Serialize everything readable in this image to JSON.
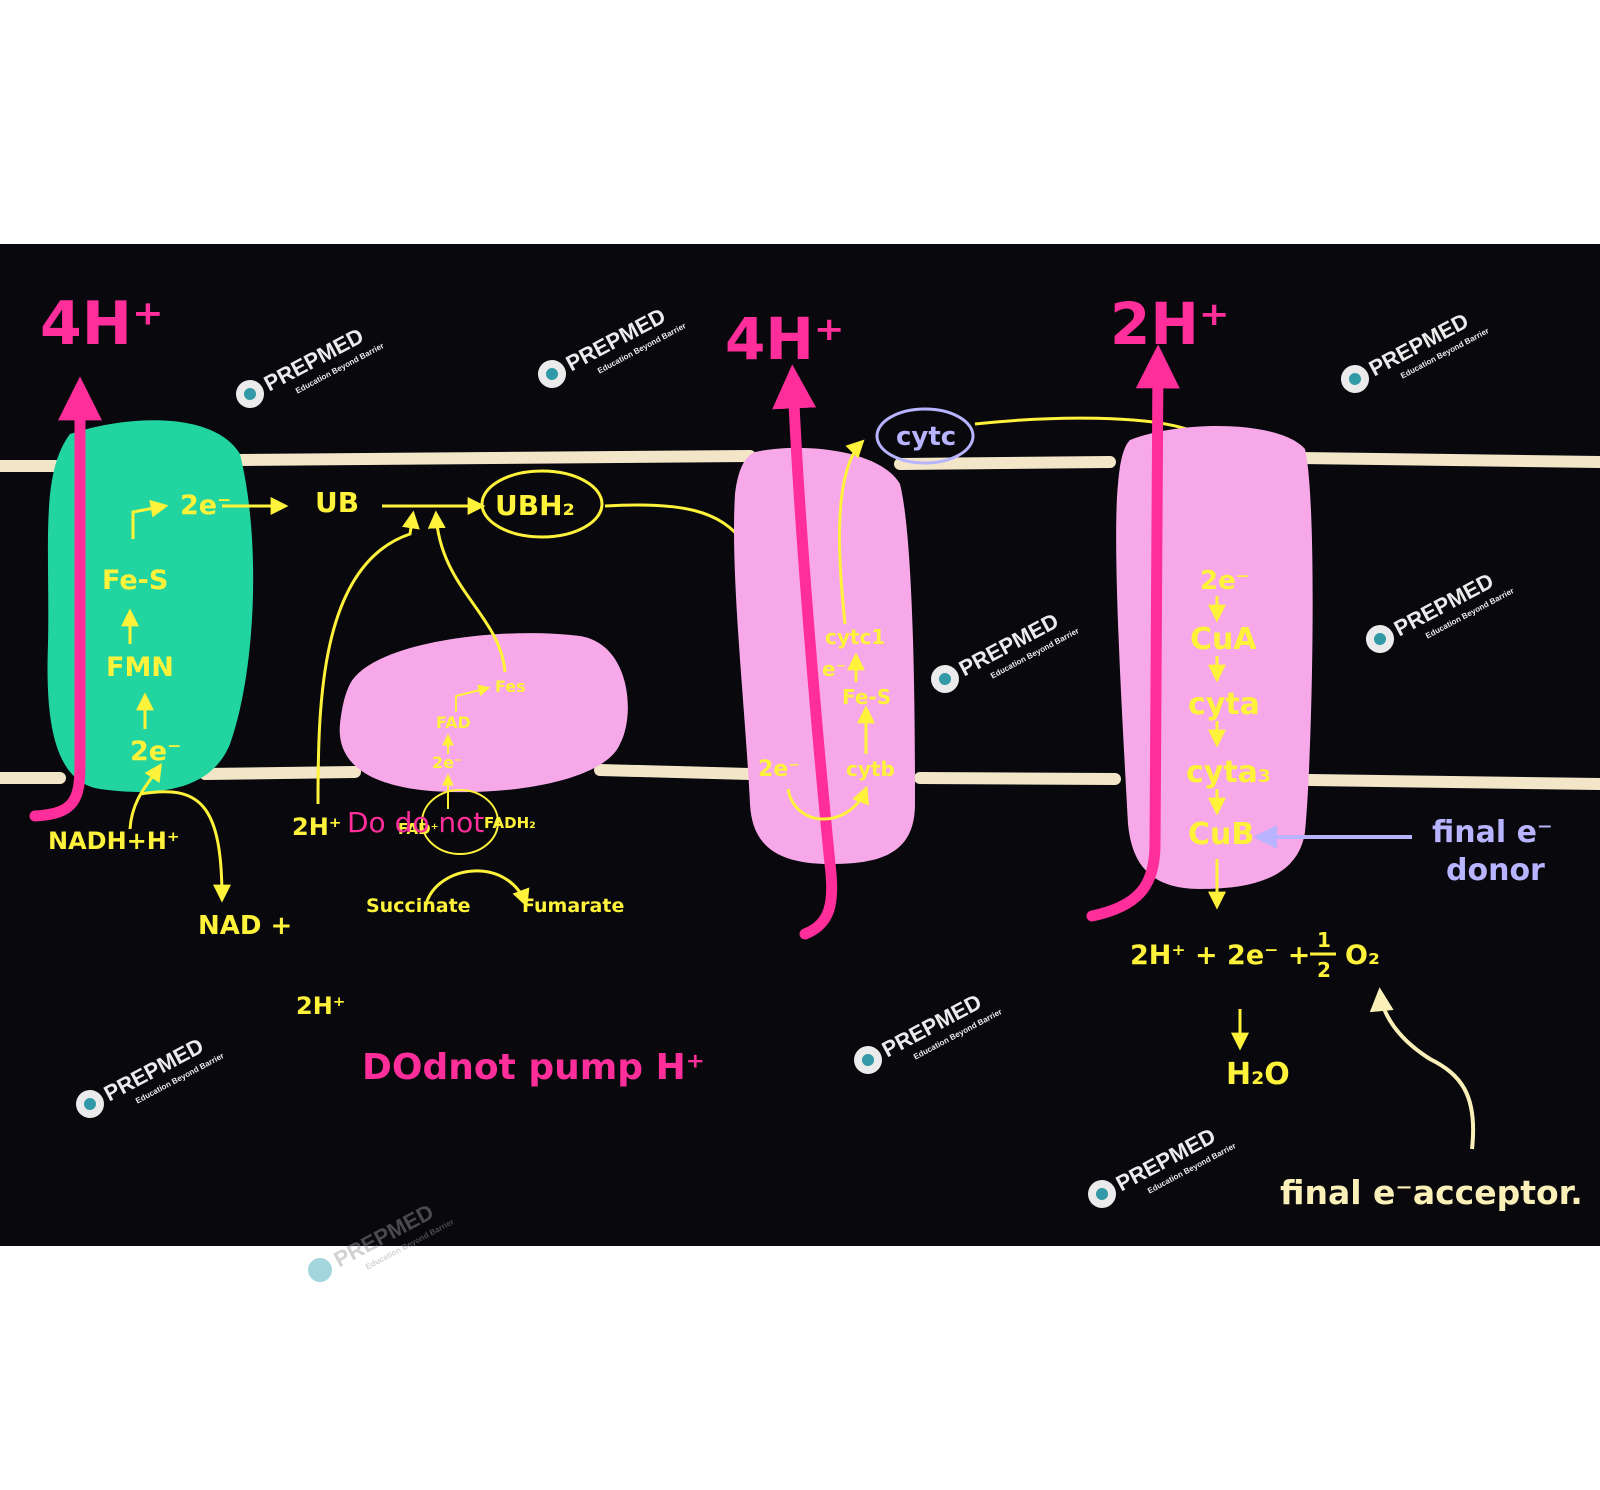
{
  "colors": {
    "background": "#08080d",
    "page": "#ffffff",
    "membrane": "#f3e6c8",
    "complex_1": "#22d4a0",
    "complex_pink": "#f7a8e8",
    "yellow": "#fff23a",
    "magenta": "#ff2e9a",
    "lavender": "#b8b4ff",
    "cream": "#fbf1b8",
    "watermark": "#ffffff",
    "watermark_accent": "#36a6b3"
  },
  "complex_1": {
    "proton_label": "4H⁺",
    "donor": "NADH+H⁺",
    "donor_product": "NAD +",
    "electrons_in": "2e⁻",
    "carrier_1": "FMN",
    "carrier_2": "Fe-S",
    "electrons_out": "2e⁻"
  },
  "ubiquinone": {
    "ub": "UB",
    "ubh2": "UBH₂"
  },
  "complex_2": {
    "proton_label": "2H⁺",
    "fe_s": "Fes",
    "fad": "FAD",
    "electrons": "2e⁻",
    "fad_plus": "FAD⁺",
    "fadh2": "FADH₂",
    "substrate": "Succinate",
    "product": "Fumarate",
    "extra_proton": "2H⁺",
    "note": "DOdnot pump H⁺",
    "overlay_note": "Do do not"
  },
  "complex_3": {
    "proton_label": "4H⁺",
    "electrons": "2e⁻",
    "cytb": "cytb",
    "fe_s": "Fe-S",
    "e_label": "e⁻",
    "cytc1": "cytc1"
  },
  "cytochrome_c": {
    "label": "cytc"
  },
  "complex_4": {
    "proton_label": "2H⁺",
    "electrons": "2e⁻",
    "chain": [
      "CuA",
      "cyta",
      "cyta₃",
      "CuB"
    ],
    "donor_note_1": "final e⁻",
    "donor_note_2": "donor",
    "equation_left": "2H⁺ + 2e⁻ +",
    "half_num": "1",
    "half_den": "2",
    "oxygen": "O₂",
    "water": "H₂O",
    "acceptor_note": "final e⁻acceptor."
  },
  "watermark": {
    "brand": "PREPMED",
    "tagline": "Education Beyond Barrier"
  }
}
